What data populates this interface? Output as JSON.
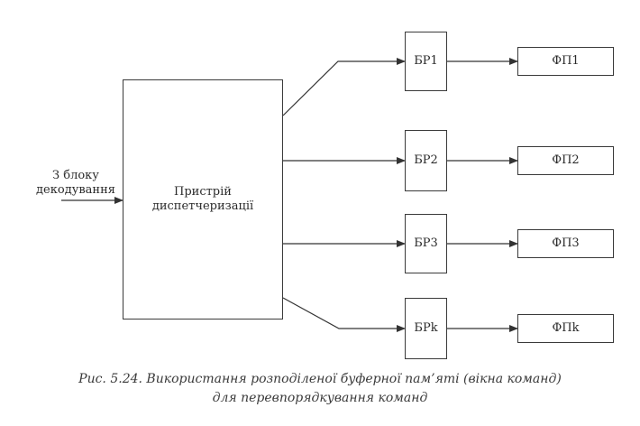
{
  "input_label": [
    "З блоку",
    "декодування"
  ],
  "dispatcher": [
    "Пристрій",
    "диспетчеризації"
  ],
  "buffers": [
    "БР1",
    "БР2",
    "БР3",
    "БРk"
  ],
  "units": [
    "ФП1",
    "ФП2",
    "ФП3",
    "ФПk"
  ],
  "caption": [
    "Рис. 5.24. Використання розподіленої буферної пам’яті (вікна команд)",
    "для перевпорядкування команд"
  ]
}
